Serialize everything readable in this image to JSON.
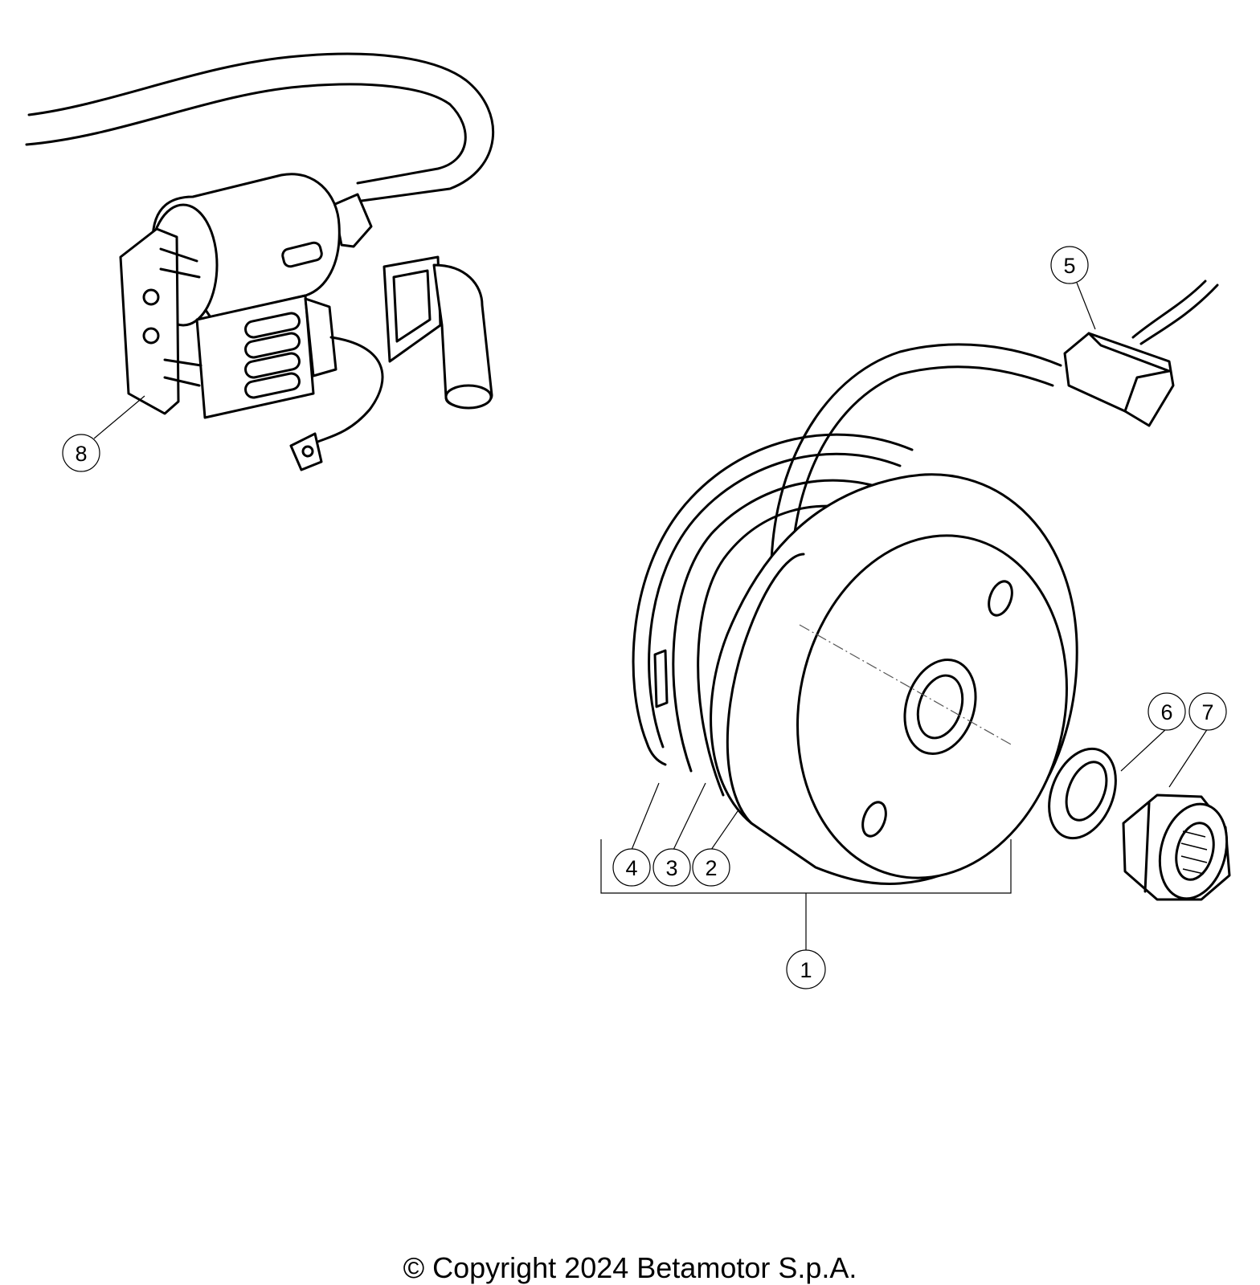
{
  "callouts": [
    "1",
    "2",
    "3",
    "4",
    "5",
    "6",
    "7",
    "8"
  ],
  "copyright": "© Copyright 2024 Betamotor S.p.A."
}
